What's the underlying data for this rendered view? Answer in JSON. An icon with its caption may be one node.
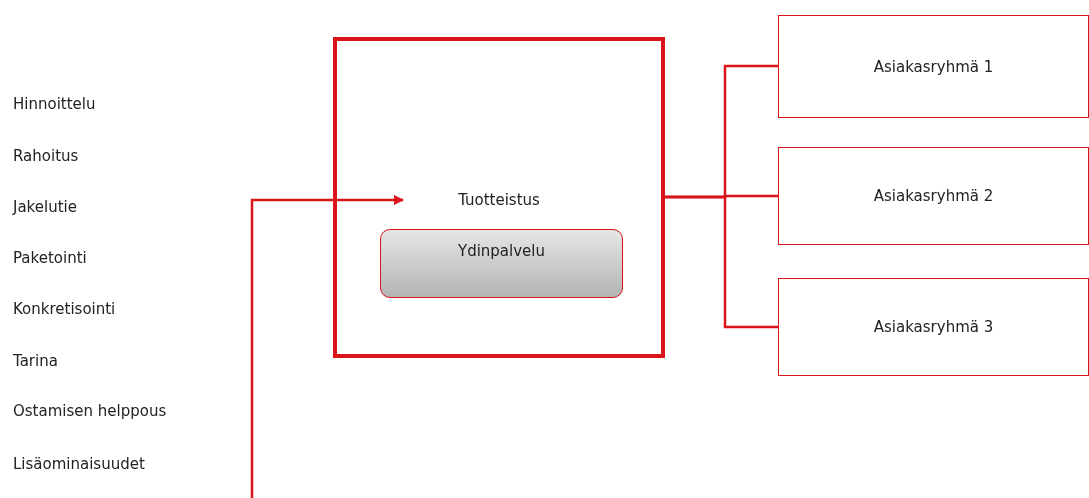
{
  "diagram": {
    "nodes": [
      {
        "text": [
          "Tuotteistus"
        ]
      },
      {
        "text": [
          "Ydinpalvelu"
        ],
        "in": 0
      },
      {
        "text": [
          "Asiakasryhmä 1"
        ]
      },
      {
        "text": [
          "Asiakasryhmä 2"
        ]
      },
      {
        "text": [
          "Asiakasryhmä 3"
        ]
      }
    ],
    "edges": [
      {
        "from": null,
        "to": 0,
        "arrow": "to"
      },
      {
        "from": 0,
        "to": 2,
        "arrow": "none"
      },
      {
        "from": 0,
        "to": 3,
        "arrow": "none"
      },
      {
        "from": 0,
        "to": 4,
        "arrow": "none"
      }
    ],
    "labels": [
      "Hinnoittelu",
      "Rahoitus",
      "Jakelutie",
      "Paketointi",
      "Konkretisointi",
      "Tarina",
      "Ostamisen helppous",
      "Lisäominaisuudet"
    ]
  }
}
